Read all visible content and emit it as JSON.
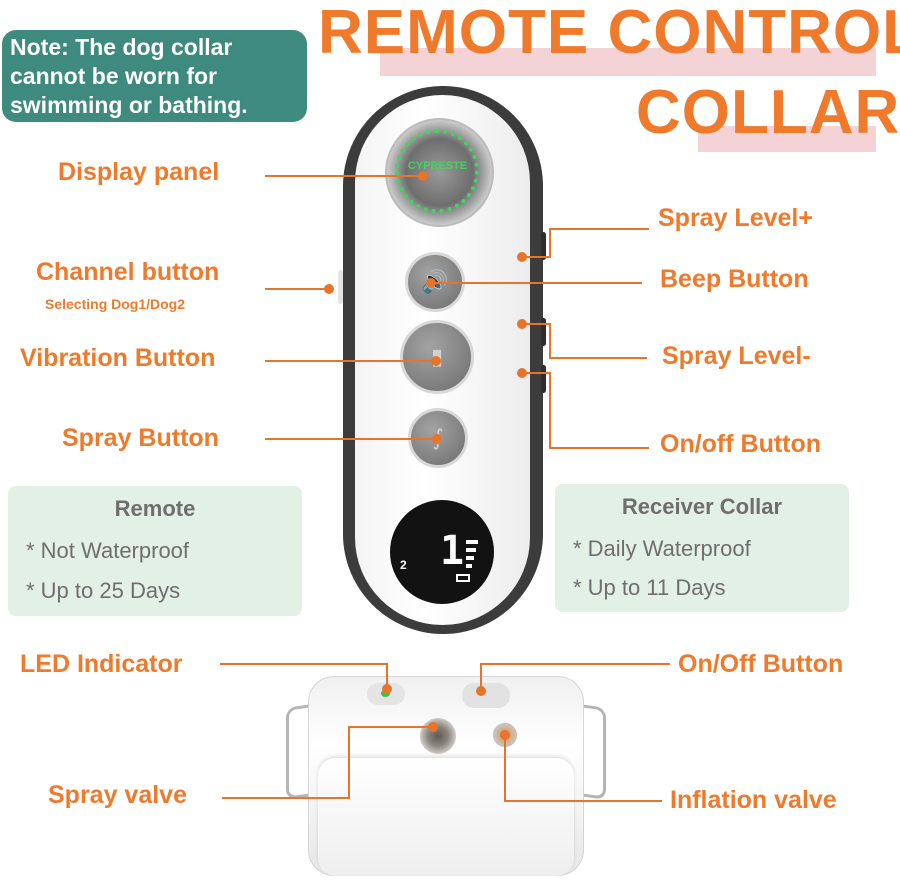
{
  "title": {
    "line1": "REMOTE CONTROL",
    "line2": "COLLAR"
  },
  "note": "Note: The dog collar cannot be worn for swimming or bathing.",
  "remote": {
    "brand": "CYPRESTE",
    "lcd_channel": "2",
    "lcd_level": "1"
  },
  "labels": {
    "display_panel": "Display panel",
    "channel_button": "Channel button",
    "channel_sub": "Selecting Dog1/Dog2",
    "vibration_button": "Vibration Button",
    "spray_button": "Spray Button",
    "spray_level_plus": "Spray Level+",
    "beep_button": "Beep Button",
    "spray_level_minus": "Spray Level-",
    "onoff_button_remote": "On/off Button",
    "led_indicator": "LED Indicator",
    "onoff_button_collar": "On/Off Button",
    "spray_valve": "Spray valve",
    "inflation_valve": "Inflation valve"
  },
  "boxes": {
    "remote": {
      "title": "Remote",
      "items": [
        "* Not Waterproof",
        "* Up to 25 Days"
      ]
    },
    "receiver": {
      "title": "Receiver Collar",
      "items": [
        "* Daily Waterproof",
        "* Up to 11 Days"
      ]
    }
  },
  "colors": {
    "accent": "#f07a2c",
    "note_bg": "#3f8b7f",
    "box_bg": "#e3f0e5",
    "title_highlight": "#f4d3d6",
    "led": "#39c14a"
  }
}
